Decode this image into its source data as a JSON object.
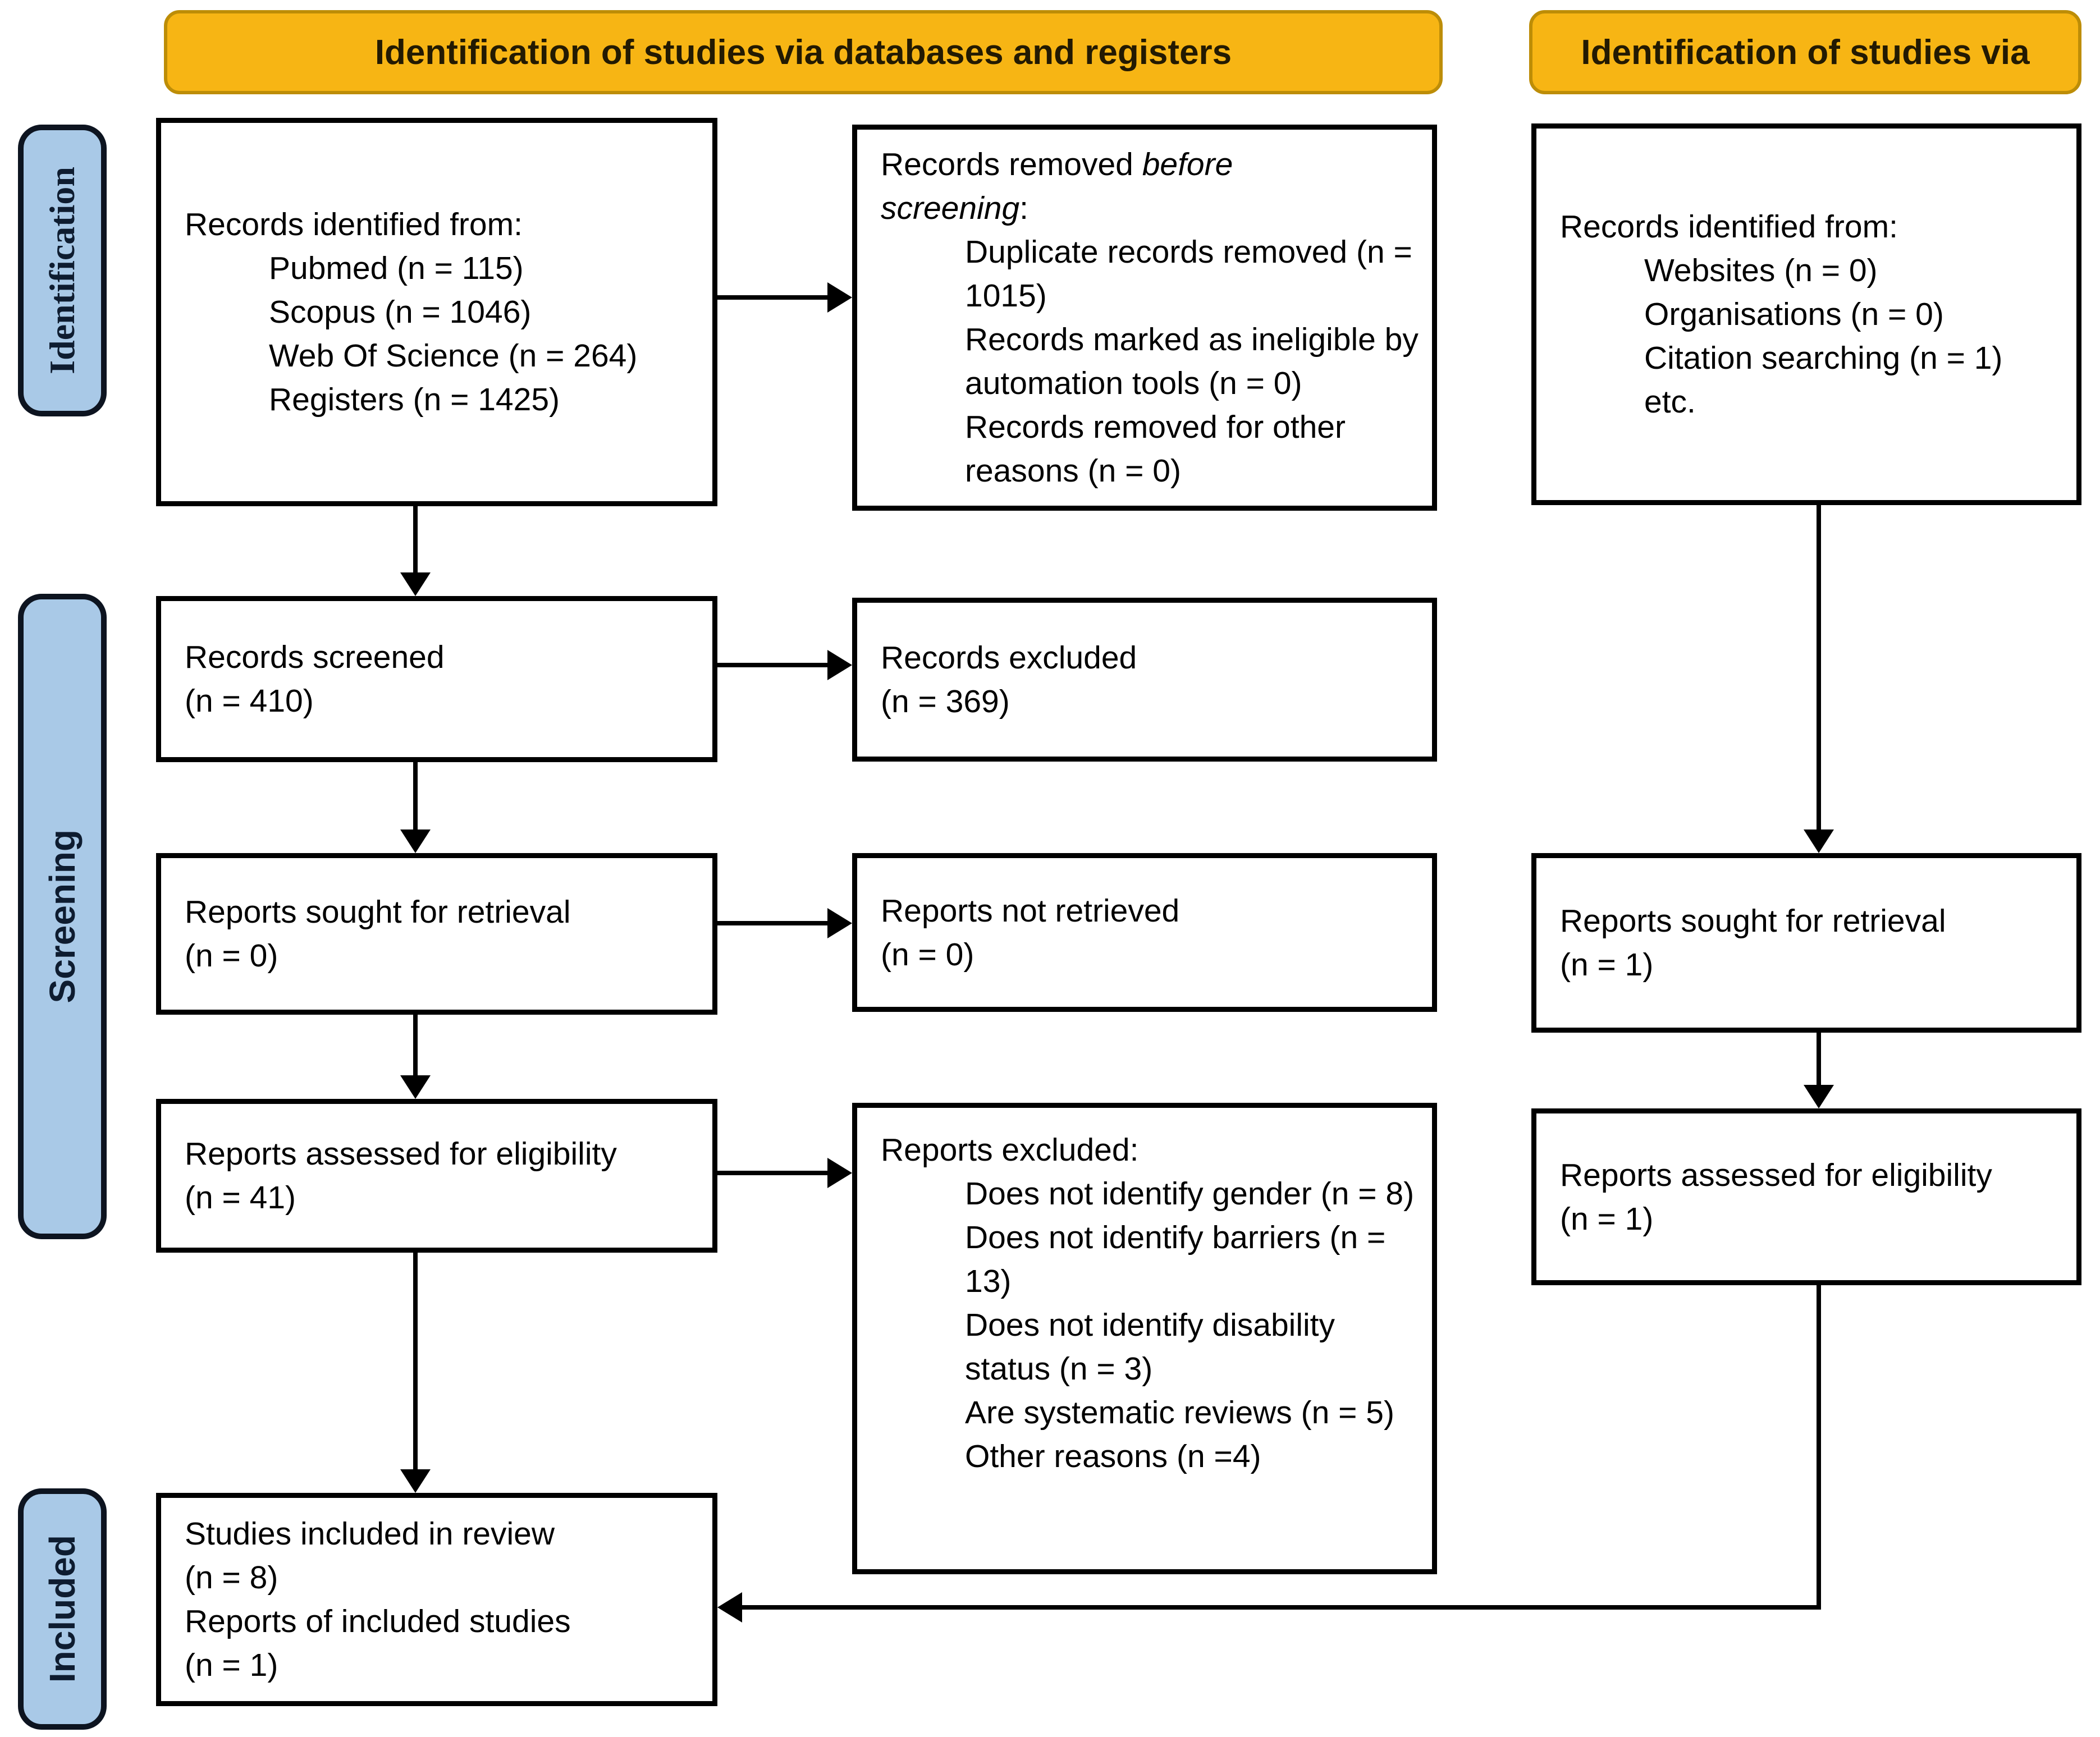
{
  "headers": [
    {
      "id": "databases",
      "label": "Identification of studies via databases and registers"
    },
    {
      "id": "other",
      "label": "Identification of studies via"
    }
  ],
  "sidebar": [
    {
      "id": "identification",
      "label": "Identification"
    },
    {
      "id": "screening",
      "label": "Screening"
    },
    {
      "id": "included",
      "label": "Included"
    }
  ],
  "colors": {
    "header_bg": "#f7b514",
    "header_border": "#bd8d07",
    "header_text": "#231a02",
    "stage_bg": "#a9c9e7",
    "box_border": "#000000",
    "arrow": "#000000",
    "text": "#000000"
  },
  "boxes": [
    {
      "id": "records-identified-databases",
      "lines": [
        {
          "t": "Records identified from:"
        },
        {
          "t": "Pubmed (n = 115)",
          "ind": true
        },
        {
          "t": "Scopus (n = 1046)",
          "ind": true
        },
        {
          "t": "Web Of Science (n = 264)",
          "ind": true
        },
        {
          "t": "Registers (n = 1425)",
          "ind": true
        }
      ]
    },
    {
      "id": "records-removed-before-screening",
      "lines": [
        {
          "parts": [
            {
              "t": "Records removed "
            },
            {
              "t": "before",
              "i": true
            }
          ]
        },
        {
          "parts": [
            {
              "t": "screening",
              "i": true
            },
            {
              "t": ":"
            }
          ]
        },
        {
          "t": "Duplicate records removed (n = 1015)",
          "ind": true
        },
        {
          "t": "Records marked as ineligible by automation tools (n = 0)",
          "ind": true
        },
        {
          "t": "Records removed for other reasons (n = 0)",
          "ind": true
        }
      ]
    },
    {
      "id": "records-identified-other",
      "lines": [
        {
          "t": "Records identified from:"
        },
        {
          "t": "Websites (n = 0)",
          "ind": true
        },
        {
          "t": "Organisations (n = 0)",
          "ind": true
        },
        {
          "t": "Citation searching (n = 1)",
          "ind": true
        },
        {
          "t": "etc.",
          "ind": true
        }
      ]
    },
    {
      "id": "records-screened",
      "lines": [
        {
          "t": "Records screened"
        },
        {
          "t": "(n = 410)"
        }
      ]
    },
    {
      "id": "records-excluded",
      "lines": [
        {
          "t": "Records excluded"
        },
        {
          "t": "(n = 369)"
        }
      ]
    },
    {
      "id": "reports-sought-databases",
      "lines": [
        {
          "t": "Reports sought for retrieval"
        },
        {
          "t": "(n = 0)"
        }
      ]
    },
    {
      "id": "reports-not-retrieved",
      "lines": [
        {
          "t": "Reports not retrieved"
        },
        {
          "t": "(n = 0)"
        }
      ]
    },
    {
      "id": "reports-assessed-databases",
      "lines": [
        {
          "t": "Reports assessed for eligibility"
        },
        {
          "t": "(n = 41)"
        }
      ]
    },
    {
      "id": "reports-excluded",
      "lines": [
        {
          "t": "Reports excluded:"
        },
        {
          "t": "Does not identify gender (n = 8)",
          "ind": true
        },
        {
          "t": "Does not identify barriers (n = 13)",
          "ind": true
        },
        {
          "t": "Does not identify disability status (n = 3)",
          "ind": true
        },
        {
          "t": "Are systematic reviews (n = 5)",
          "ind": true
        },
        {
          "t": "Other reasons (n =4)",
          "ind": true
        }
      ]
    },
    {
      "id": "reports-sought-other",
      "lines": [
        {
          "t": "Reports sought for retrieval"
        },
        {
          "t": "(n = 1)"
        }
      ]
    },
    {
      "id": "reports-assessed-other",
      "lines": [
        {
          "t": "Reports assessed for eligibility"
        },
        {
          "t": "(n = 1)"
        }
      ]
    },
    {
      "id": "studies-included",
      "lines": [
        {
          "t": "Studies included in review"
        },
        {
          "t": "(n = 8)"
        },
        {
          "t": "Reports of included studies"
        },
        {
          "t": "(n = 1)"
        }
      ]
    }
  ]
}
